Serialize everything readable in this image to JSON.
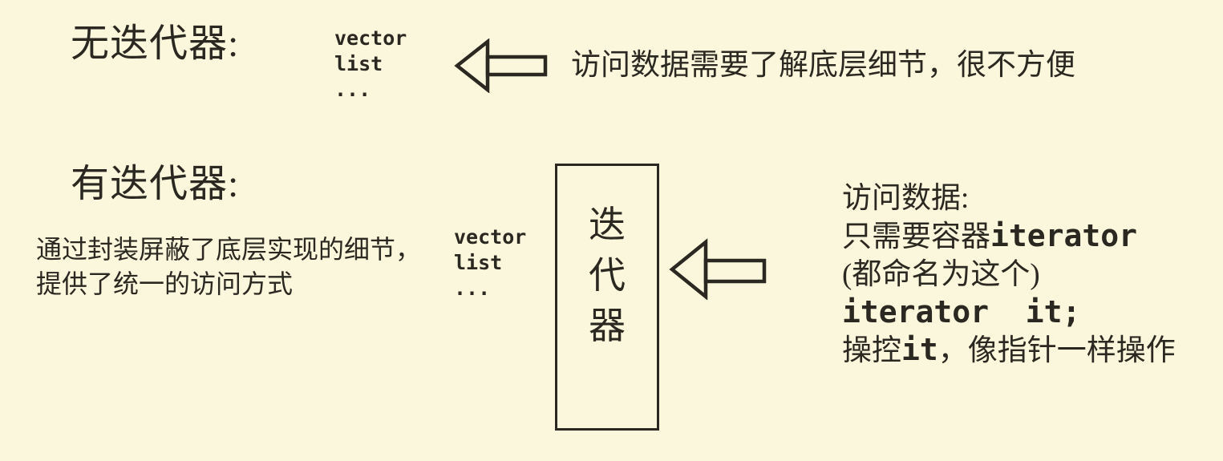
{
  "theme": {
    "background": "#FAF7DC",
    "ink": "#2A2820"
  },
  "icons": {
    "arrow_no_iterator": "left-arrow-icon",
    "arrow_with_iterator": "left-arrow-icon"
  },
  "sections": {
    "no_iterator": {
      "heading": "无迭代器:",
      "containers": "vector\nlist\n...",
      "note": "访问数据需要了解底层细节，很不方便"
    },
    "with_iterator": {
      "heading": "有迭代器:",
      "description": "通过封装屏蔽了底层实现的细节，\n提供了统一的访问方式",
      "containers": "vector\nlist\n...",
      "box_label": {
        "char1": "迭",
        "char2": "代",
        "char3": "器"
      },
      "access_note": {
        "line1": "访问数据:",
        "line2_text": "只需要容器",
        "line2_code": "iterator",
        "line3": "(都命名为这个)",
        "line4_code": "iterator  it;",
        "line5_text_before": "操控",
        "line5_code": "it",
        "line5_text_after": "，像指针一样操作"
      }
    }
  }
}
